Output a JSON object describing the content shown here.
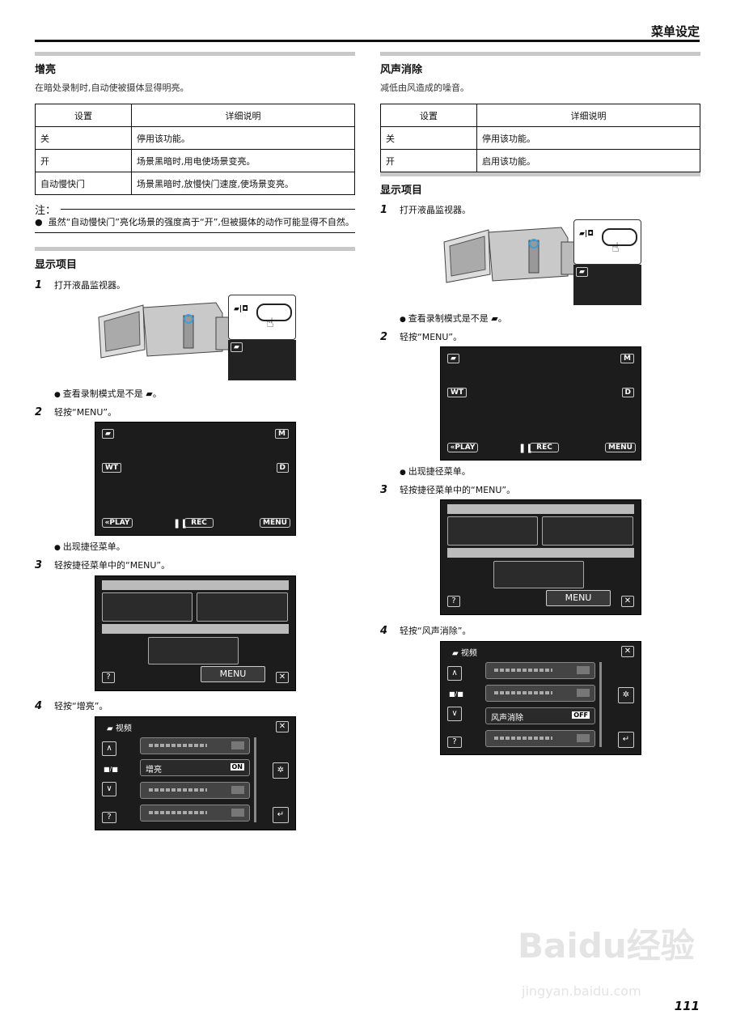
{
  "header": {
    "title": "菜单设定"
  },
  "left": {
    "enhance": {
      "title": "增亮",
      "desc": "在暗处录制时,自动使被摄体显得明亮。",
      "table": {
        "headers": [
          "设置",
          "详细说明"
        ],
        "rows": [
          [
            "关",
            "停用该功能。"
          ],
          [
            "开",
            "场景黑暗时,用电使场景变亮。"
          ],
          [
            "自动慢快门",
            "场景黑暗时,放慢快门速度,使场景变亮。"
          ]
        ]
      },
      "note_label": "注：",
      "note_text": "虽然“自动慢快门”亮化场景的强度高于“开”,但被摄体的动作可能显得不自然。"
    },
    "display": {
      "title": "显示项目",
      "steps": [
        {
          "n": "1",
          "text": "打开液晶监视器。"
        },
        {
          "n": "2",
          "text": "轻按“MENU”。"
        },
        {
          "n": "3",
          "text": "轻按捷径菜单中的“MENU”。"
        },
        {
          "n": "4",
          "text": "轻按“增亮”。"
        }
      ],
      "bullet1": "查看录制模式是不是",
      "bullet2": "出现捷径菜单。",
      "menu_item": "增亮",
      "menu_badge": "ON"
    }
  },
  "right": {
    "wind": {
      "title": "风声消除",
      "desc": "减低由风造成的噪音。",
      "table": {
        "headers": [
          "设置",
          "详细说明"
        ],
        "rows": [
          [
            "关",
            "停用该功能。"
          ],
          [
            "开",
            "启用该功能。"
          ]
        ]
      }
    },
    "display": {
      "title": "显示项目",
      "steps": [
        {
          "n": "1",
          "text": "打开液晶监视器。"
        },
        {
          "n": "2",
          "text": "轻按“MENU”。"
        },
        {
          "n": "3",
          "text": "轻按捷径菜单中的“MENU”。"
        },
        {
          "n": "4",
          "text": "轻按“风声消除”。"
        }
      ],
      "bullet1": "查看录制模式是不是",
      "bullet2": "出现捷径菜单。",
      "menu_item": "风声消除",
      "menu_badge": "OFF"
    }
  },
  "screen": {
    "m": "M",
    "wt": "WT",
    "d": "D",
    "play": "«PLAY",
    "rec": "REC",
    "menu": "MENU",
    "help": "?",
    "close": "✕",
    "video_label": "视频",
    "page": "■/■"
  },
  "footer": {
    "page": "111"
  },
  "watermark": {
    "brand": "Baidu经验",
    "url": "jingyan.baidu.com"
  }
}
